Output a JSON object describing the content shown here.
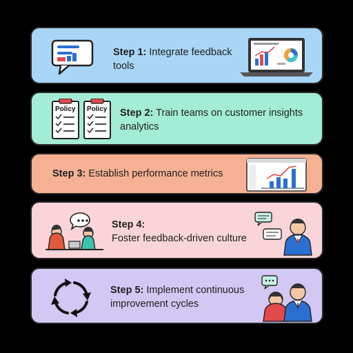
{
  "steps": [
    {
      "label": "Step 1:",
      "text": "Integrate feedback tools",
      "color": "#a9d6f7"
    },
    {
      "label": "Step 2:",
      "text": "Train teams on customer insights analytics",
      "color": "#a3ecd5",
      "policy_label": "Policy"
    },
    {
      "label": "Step 3:",
      "text": "Establish performance metrics",
      "color": "#f6b194"
    },
    {
      "label": "Step 4:",
      "text": "Foster feedback-driven culture",
      "color": "#f9d5d9"
    },
    {
      "label": "Step 5:",
      "text": "Implement continuous improvement cycles",
      "color": "#d3c7f3"
    }
  ],
  "icons": {
    "step1_left": "chat-bubble-chart-icon",
    "step1_right": "laptop-dashboard-icon",
    "step2_left": "policy-checklist-icon",
    "step3_right": "bar-chart-window-icon",
    "step4_left": "people-meeting-icon",
    "step4_right": "businessman-chat-icon",
    "step5_left": "circular-arrows-icon",
    "step5_right": "team-chat-icon"
  }
}
